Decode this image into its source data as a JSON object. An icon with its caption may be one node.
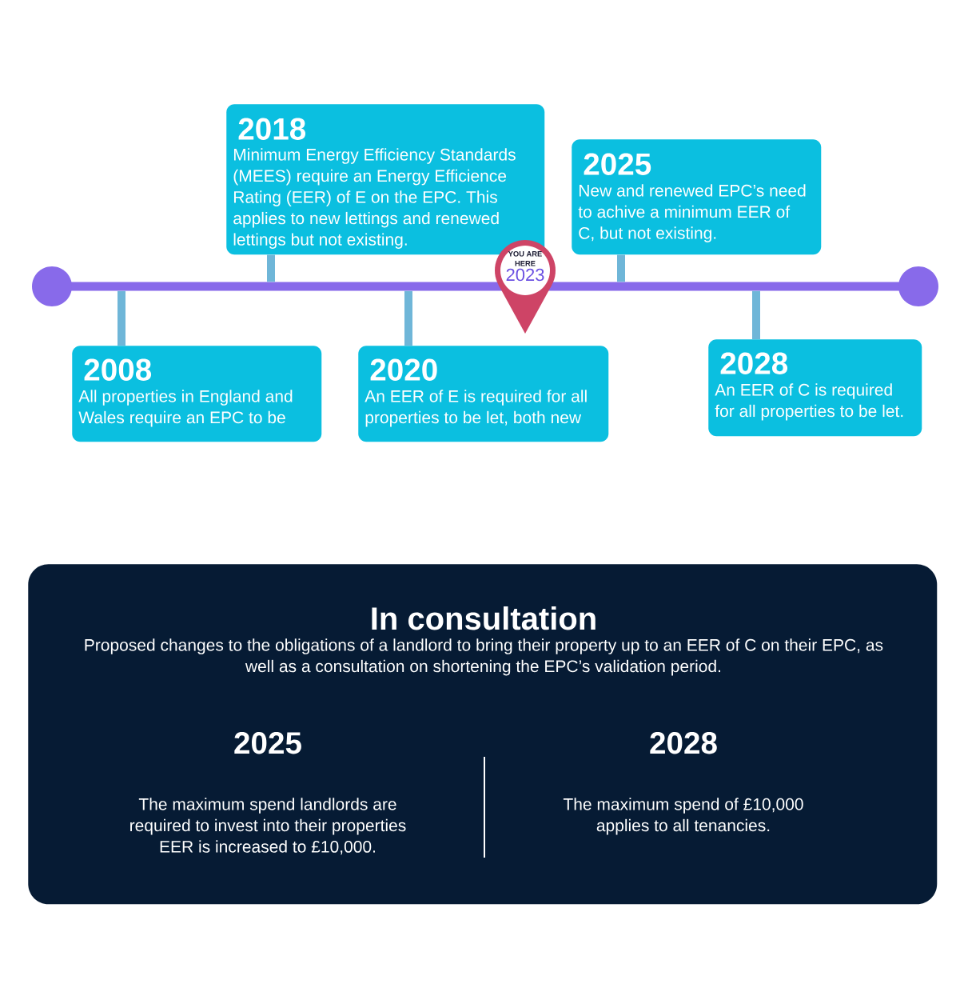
{
  "diagram": {
    "nodes": [
      {
        "text": [
          "2018",
          "Minimum Energy Efficiency Standards (MEES) require an Energy Efficience Rating (EER) of E on the EPC. This applies to new lettings and renewed lettings but not existing."
        ]
      },
      {
        "text": [
          "2025",
          "New and renewed EPC’s need to achive a minimum EER of C, but not existing."
        ]
      },
      {
        "text": [],
        "shape": "bar"
      },
      {
        "text": [
          "YOU ARE HERE",
          "2023"
        ]
      },
      {
        "text": [
          "2008",
          "All properties in England and Wales require an EPC to be"
        ]
      },
      {
        "text": [
          "2020",
          "An EER of E is required for all properties to be let, both new"
        ]
      },
      {
        "text": [
          "2028",
          "An EER of C is required for all properties to be let."
        ]
      },
      {
        "text": [
          "In consultation",
          "Proposed changes to the obligations of a landlord to bring their property up to an EER of C on their EPC, as well as a consultation on shortening the EPC’s validation period.",
          "2025",
          "The maximum spend landlords are required to invest into their properties EER is increased to £10,000.",
          "2028",
          "The maximum spend of £10,000 applies to all tenancies."
        ]
      }
    ],
    "edges": [
      {
        "from": 0,
        "to": 2,
        "arrow": "none"
      },
      {
        "from": 1,
        "to": 2,
        "arrow": "none"
      },
      {
        "from": 4,
        "to": 2,
        "arrow": "none"
      },
      {
        "from": 5,
        "to": 2,
        "arrow": "none"
      },
      {
        "from": 6,
        "to": 2,
        "arrow": "none"
      }
    ]
  }
}
